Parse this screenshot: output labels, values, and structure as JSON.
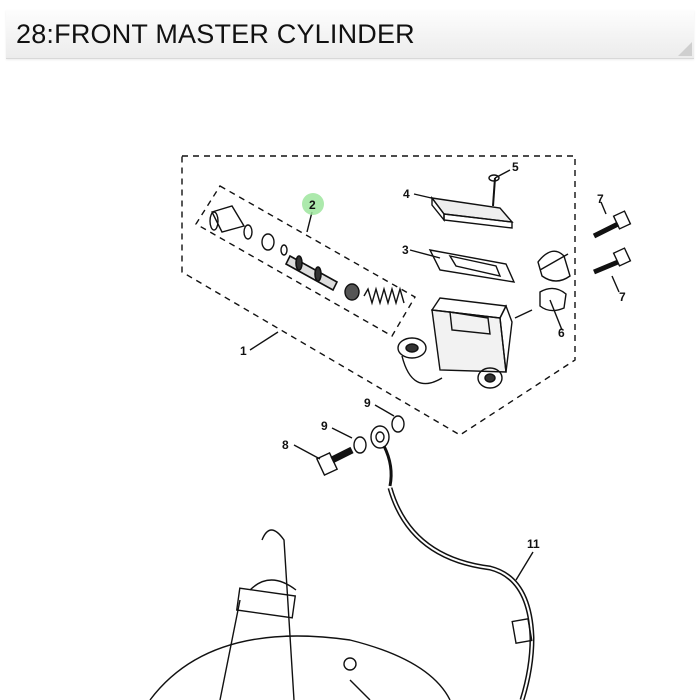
{
  "header": {
    "title": "28:FRONT MASTER CYLINDER"
  },
  "diagram": {
    "callouts": {
      "c1": "1",
      "c2": "2",
      "c3": "3",
      "c4": "4",
      "c5": "5",
      "c6": "6",
      "c7a": "7",
      "c7b": "7",
      "c8": "8",
      "c9a": "9",
      "c9b": "9",
      "c11": "11"
    },
    "highlight_color": "#9ee59e"
  }
}
